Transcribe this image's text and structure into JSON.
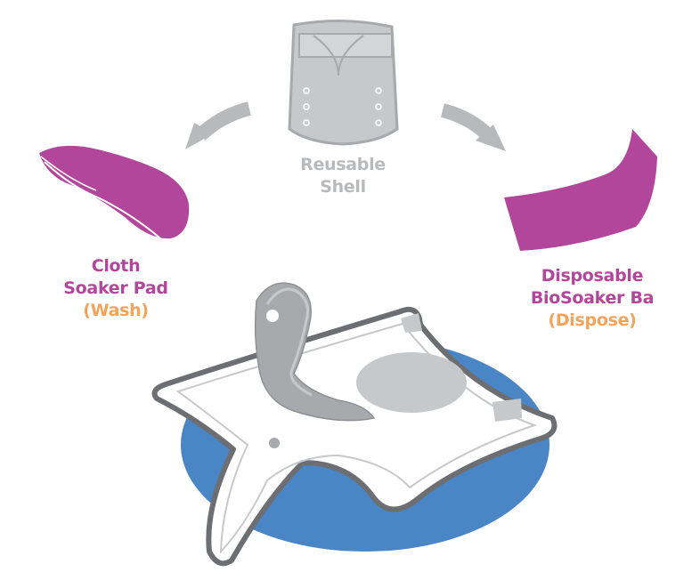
{
  "colors": {
    "gray_shell": "#c7c8ca",
    "gray_dark": "#a7a9ac",
    "purple": "#b2469a",
    "orange": "#f3a35a",
    "blue": "#4a86c5",
    "white": "#ffffff"
  },
  "center": {
    "label_line1": "Reusable",
    "label_line2": "Shell",
    "icon": "diaper-shell-icon"
  },
  "left": {
    "label_line1": "Cloth",
    "label_line2": "Soaker Pad",
    "label_line3": "(Wash)",
    "icon": "cloth-soaker-pad-icon"
  },
  "right": {
    "label_line1": "Disposable",
    "label_line2": "BioSoaker Ba",
    "label_line3": "(Dispose)",
    "icon": "biosoaker-insert-icon"
  },
  "bottom": {
    "icon": "open-diaper-icon"
  },
  "arrows": [
    "arrow-left-icon",
    "arrow-right-icon"
  ]
}
